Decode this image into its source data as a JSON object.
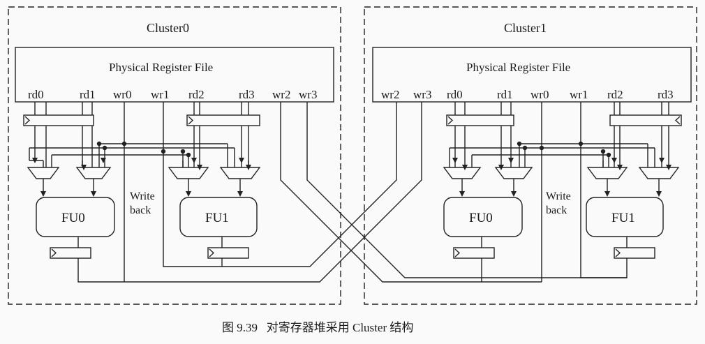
{
  "clusters": [
    {
      "title": "Cluster0",
      "register_file": "Physical Register File",
      "ports": [
        "rd0",
        "rd1",
        "wr0",
        "wr1",
        "rd2",
        "rd3",
        "wr2",
        "wr3"
      ],
      "fu": [
        "FU0",
        "FU1"
      ],
      "writeback": [
        "Write",
        "back"
      ]
    },
    {
      "title": "Cluster1",
      "register_file": "Physical Register File",
      "ports": [
        "wr2",
        "wr3",
        "rd0",
        "rd1",
        "wr0",
        "wr1",
        "rd2",
        "rd3"
      ],
      "fu": [
        "FU0",
        "FU1"
      ],
      "writeback": [
        "Write",
        "back"
      ]
    }
  ],
  "caption": "图 9.39   对寄存器堆采用 Cluster 结构"
}
